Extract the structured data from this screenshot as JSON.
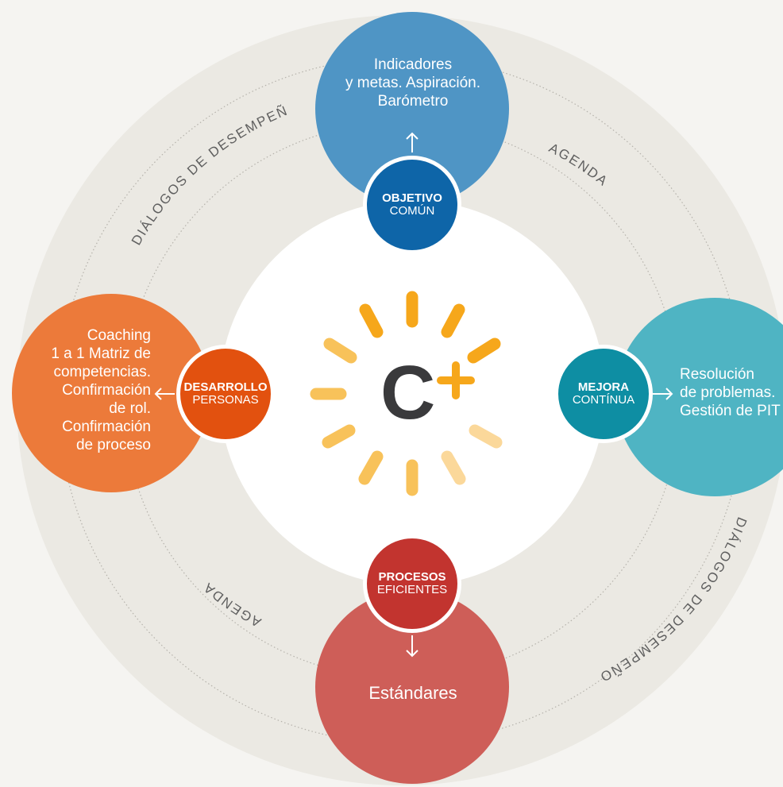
{
  "colors": {
    "background": "#f5f4f1",
    "outer_ring": "#ebe9e3",
    "center": "#ffffff",
    "objetivo": "#4f95c5",
    "objetivo_badge": "#0e65a8",
    "mejora": "#4fb4c3",
    "mejora_badge": "#0e8ea3",
    "procesos": "#ce5e58",
    "procesos_badge": "#c2342f",
    "desarrollo": "#ec7a3a",
    "desarrollo_badge": "#e2510f",
    "logo_text": "#3a3a3c",
    "logo_plus": "#f6a71b"
  },
  "ring_labels": {
    "top_left": "DIÁLOGOS DE DESEMPEÑO",
    "top_right": "AGENDA",
    "bottom_left": "AGENDA",
    "bottom_right": "DIÁLOGOS DE DESEMPEÑO"
  },
  "nodes": {
    "objetivo": {
      "badge_title": "OBJETIVO",
      "badge_subtitle": "COMÚN",
      "lines": [
        "Indicadores",
        "y metas. Aspiración.",
        "Barómetro"
      ],
      "arrow_icon": "arrow-up-icon"
    },
    "mejora": {
      "badge_title": "MEJORA",
      "badge_subtitle": "CONTÍNUA",
      "lines": [
        "Resolución",
        "de problemas.",
        "Gestión de PIT"
      ],
      "arrow_icon": "arrow-right-icon"
    },
    "procesos": {
      "badge_title": "PROCESOS",
      "badge_subtitle": "EFICIENTES",
      "lines": [
        "Estándares"
      ],
      "arrow_icon": "arrow-down-icon"
    },
    "desarrollo": {
      "badge_title": "DESARROLLO",
      "badge_subtitle": "PERSONAS",
      "lines": [
        "Coaching",
        "1 a 1 Matriz de",
        "competencias.",
        "Confirmación",
        "de rol.",
        "Confirmación",
        "de proceso"
      ],
      "arrow_icon": "arrow-left-icon"
    }
  },
  "logo": {
    "text": "C",
    "icon": "sun-rays-icon",
    "plus_icon": "plus-icon"
  }
}
